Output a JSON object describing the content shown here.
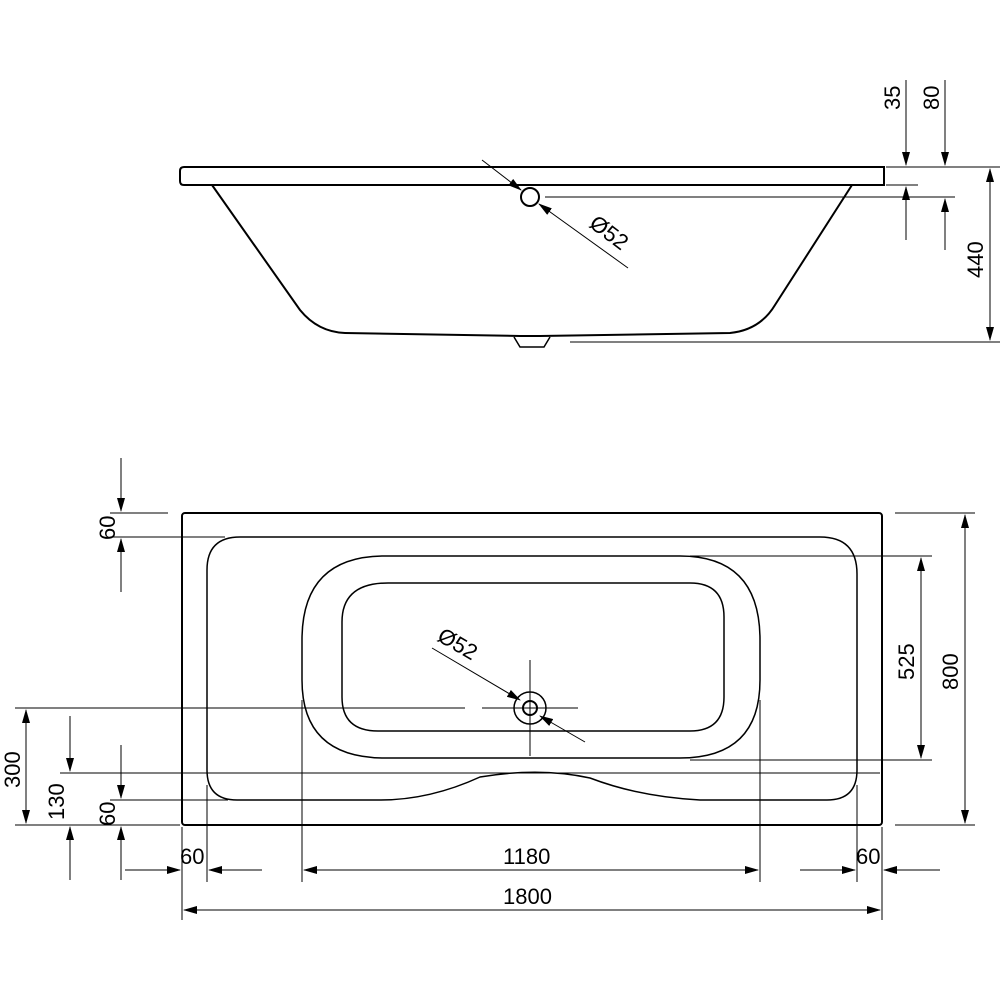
{
  "colors": {
    "line": "#000000",
    "background": "#ffffff"
  },
  "side_view": {
    "dimensions": {
      "rim_thickness": "35",
      "overflow_height": "80",
      "total_depth": "440",
      "overflow_diameter": "Ø52"
    }
  },
  "top_view": {
    "dimensions": {
      "top_rim": "60",
      "bottom_rim": "60",
      "front_offset": "130",
      "drain_offset": "300",
      "inner_length": "525",
      "total_width": "800",
      "left_rim": "60",
      "basin_length": "1180",
      "right_rim": "60",
      "total_length": "1800",
      "drain_diameter": "Ø52"
    }
  }
}
